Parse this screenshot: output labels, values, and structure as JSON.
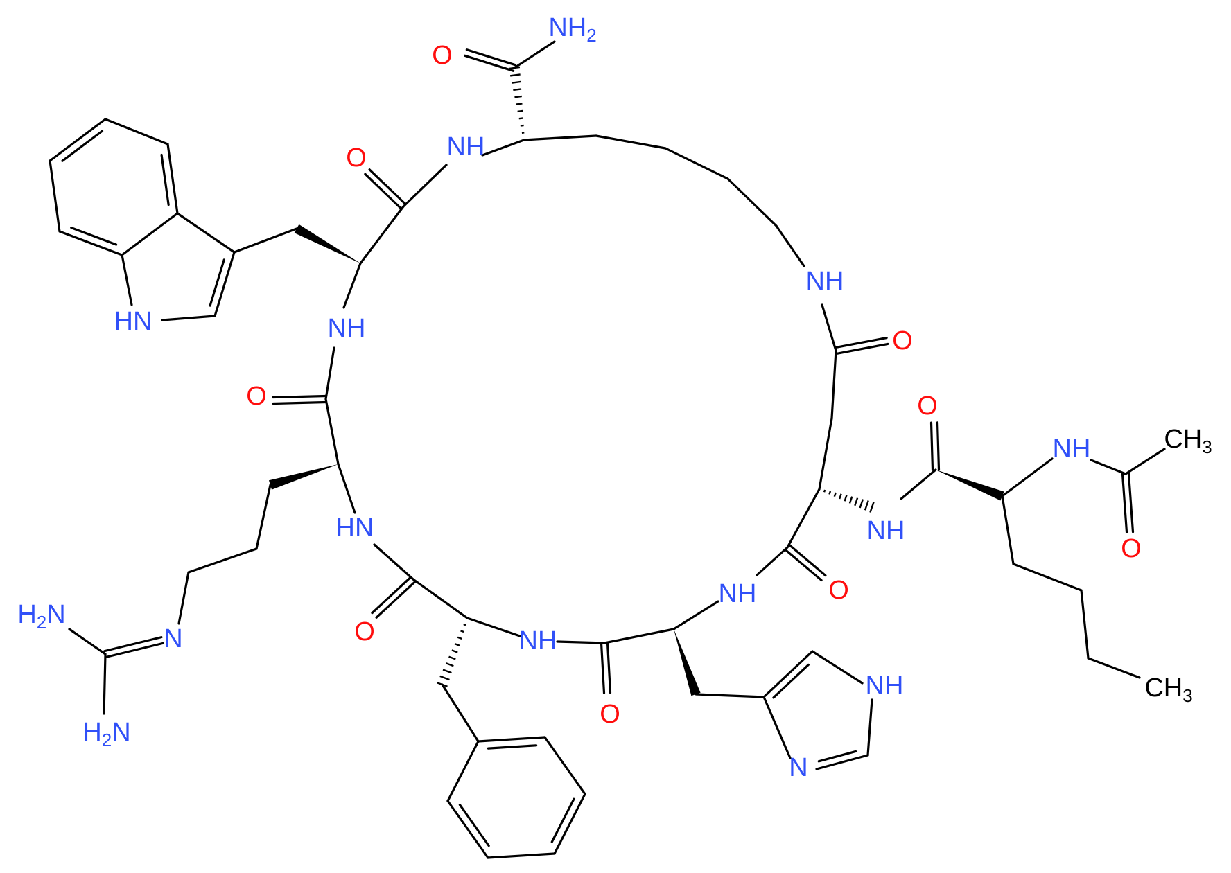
{
  "diagram": {
    "colors": {
      "bond": "#000000",
      "oxygen": "#ff0d0d",
      "nitrogen": "#3050f8",
      "carbon": "#000000"
    },
    "atoms": {
      "amide_nh2": "NH2",
      "amide_o": "O",
      "lys_nh": "NH",
      "trp_o": "O",
      "indole_nh": "HN",
      "trp_nh": "NH",
      "arg_o": "O",
      "side_nh": "NH",
      "asp_o": "O",
      "arg_hn": "HN",
      "guan_n": "N",
      "guan_h2n_top": "H2N",
      "guan_h2n_bottom": "H2N",
      "phe_o": "O",
      "phe_nh": "NH",
      "his_o": "O",
      "his_nh": "NH",
      "imid_nh": "NH",
      "imid_n": "N",
      "asp2_o": "O",
      "asp_nh": "NH",
      "nle_o": "O",
      "ac_nh": "NH",
      "ac_ch3": "CH3",
      "ac_o": "O",
      "nle_ch3": "CH3"
    }
  }
}
